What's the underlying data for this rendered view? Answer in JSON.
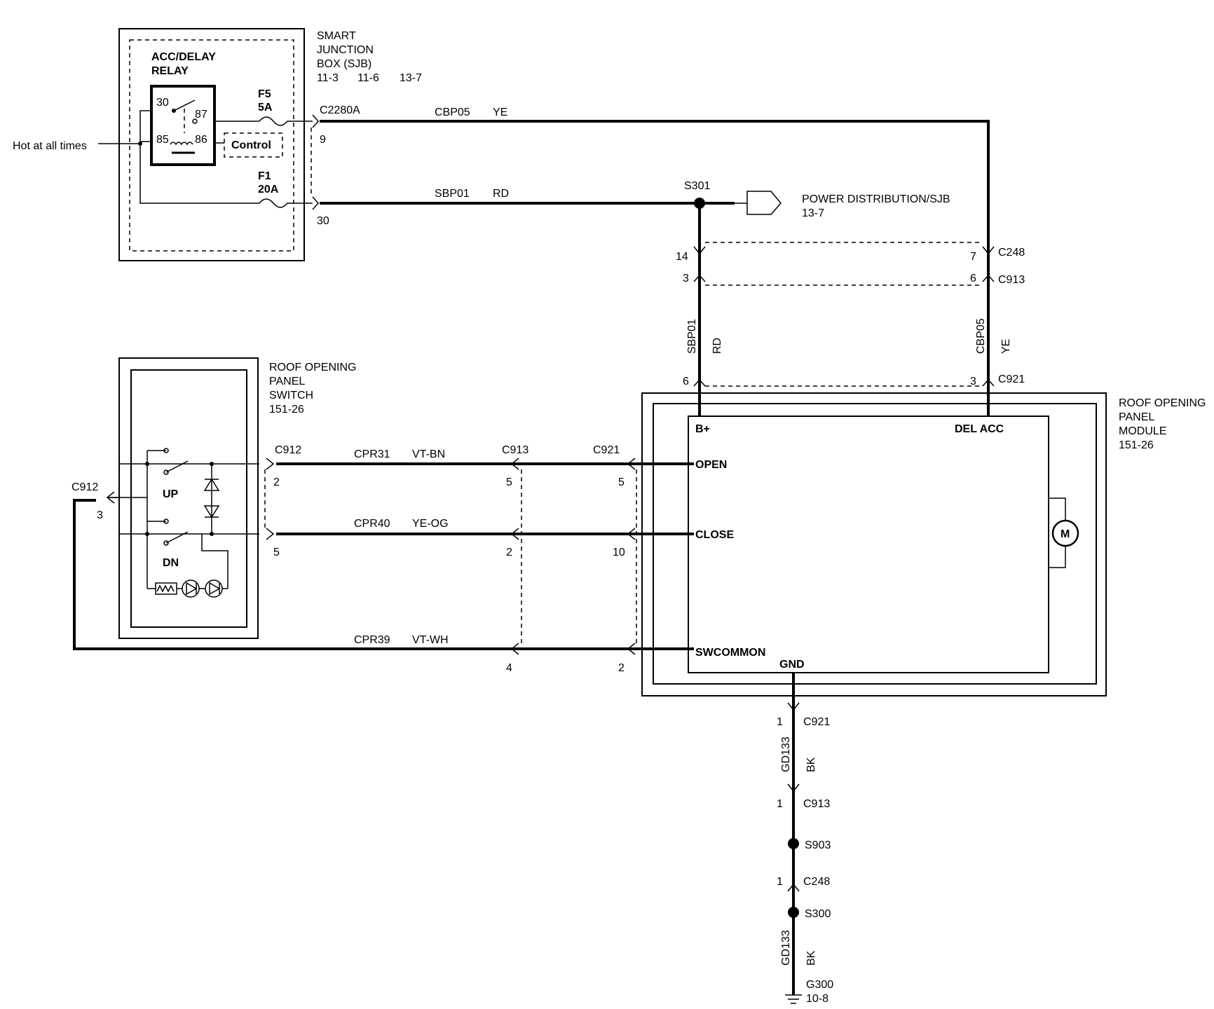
{
  "sjb": {
    "name_lines": [
      "SMART",
      "JUNCTION",
      "BOX (SJB)"
    ],
    "refs": [
      "11-3",
      "11-6",
      "13-7"
    ],
    "relay_lines": [
      "ACC/DELAY",
      "RELAY"
    ],
    "relay_pins": [
      "30",
      "87",
      "85",
      "86"
    ],
    "control_label": "Control",
    "fuse_f5": [
      "F5",
      "5A"
    ],
    "fuse_f1": [
      "F1",
      "20A"
    ],
    "connector": "C2280A",
    "pin_top": "9",
    "pin_bottom": "30"
  },
  "hot_at_all_times": "Hot at all times",
  "wires": {
    "cbp05": "CBP05",
    "ye": "YE",
    "sbp01": "SBP01",
    "rd": "RD",
    "cpr31": "CPR31",
    "vt_bn": "VT-BN",
    "cpr40": "CPR40",
    "ye_og": "YE-OG",
    "cpr39": "CPR39",
    "vt_wh": "VT-WH",
    "gd133": "GD133",
    "bk": "BK"
  },
  "splices": {
    "s301": "S301",
    "s903": "S903",
    "s300": "S300"
  },
  "power_dist": {
    "title": "POWER DISTRIBUTION/SJB",
    "ref": "13-7"
  },
  "connectors": {
    "c248": "C248",
    "c913": "C913",
    "c921": "C921",
    "c912": "C912"
  },
  "pins": {
    "p14": "14",
    "p3": "3",
    "p7": "7",
    "p6": "6",
    "p6_b": "6",
    "p3_b": "3",
    "c912_open": "2",
    "c912_close": "5",
    "c912_common": "3",
    "c913_open": "5",
    "c913_close": "2",
    "c913_common": "4",
    "c921_open": "5",
    "c921_close": "10",
    "c921_common": "2",
    "gnd_c921": "1",
    "gnd_c913": "1",
    "gnd_c248": "1"
  },
  "switch": {
    "name_lines": [
      "ROOF OPENING",
      "PANEL",
      "SWITCH",
      "151-26"
    ],
    "up": "UP",
    "dn": "DN"
  },
  "module": {
    "name_lines": [
      "ROOF OPENING",
      "PANEL",
      "MODULE",
      "151-26"
    ],
    "b_plus": "B+",
    "del_acc": "DEL ACC",
    "open": "OPEN",
    "close": "CLOSE",
    "swcommon": "SWCOMMON",
    "gnd": "GND",
    "motor": "M"
  },
  "ground": {
    "name": "G300",
    "ref": "10-8"
  }
}
